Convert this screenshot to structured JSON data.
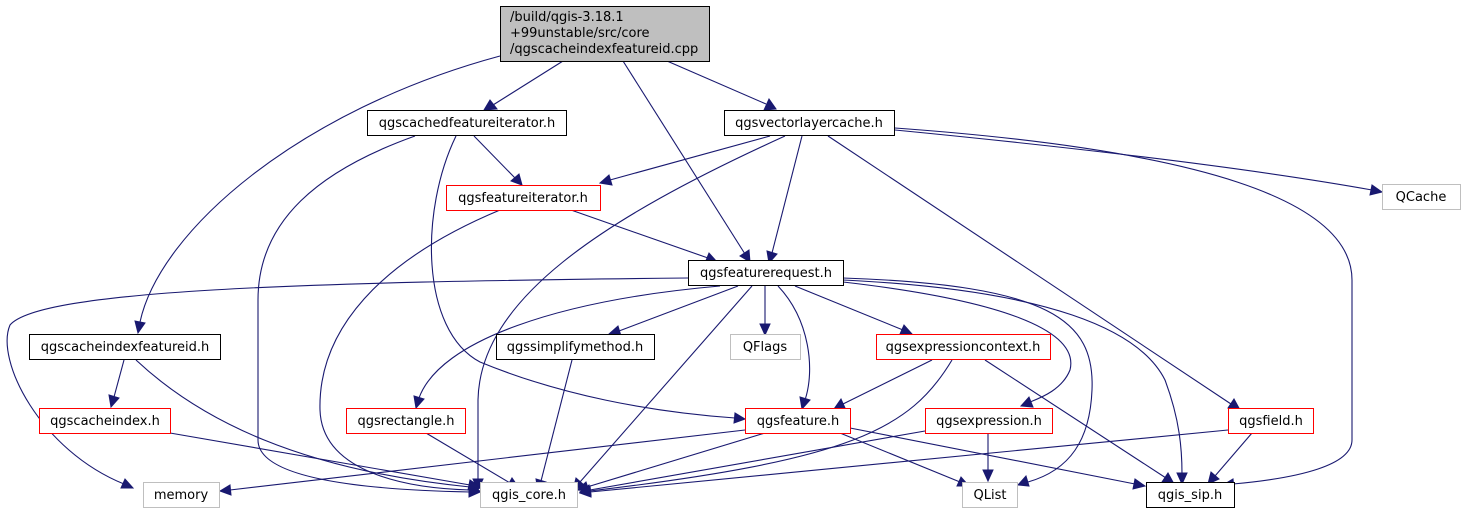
{
  "root": {
    "lines": [
      "/build/qgis-3.18.1",
      "+99unstable/src/core",
      "/qgscacheindexfeatureid.cpp"
    ]
  },
  "nodes": {
    "cachedfeatureiterator": "qgscachedfeatureiterator.h",
    "vectorlayercache": "qgsvectorlayercache.h",
    "featureiterator": "qgsfeatureiterator.h",
    "qcache": "QCache",
    "featurerequest": "qgsfeaturerequest.h",
    "cacheindexfeatureid": "qgscacheindexfeatureid.h",
    "simplifymethod": "qgssimplifymethod.h",
    "qflags": "QFlags",
    "expressioncontext": "qgsexpressioncontext.h",
    "cacheindex": "qgscacheindex.h",
    "rectangle": "qgsrectangle.h",
    "feature": "qgsfeature.h",
    "expression": "qgsexpression.h",
    "field": "qgsfield.h",
    "memory": "memory",
    "qgiscore": "qgis_core.h",
    "qlist": "QList",
    "qgissip": "qgis_sip.h"
  },
  "colors": {
    "edge": "#191970",
    "documented_border": "#000000",
    "incomplete_border": "#ff0000",
    "external_border": "#bfbfbf",
    "root_fill": "#bfbfbf"
  }
}
